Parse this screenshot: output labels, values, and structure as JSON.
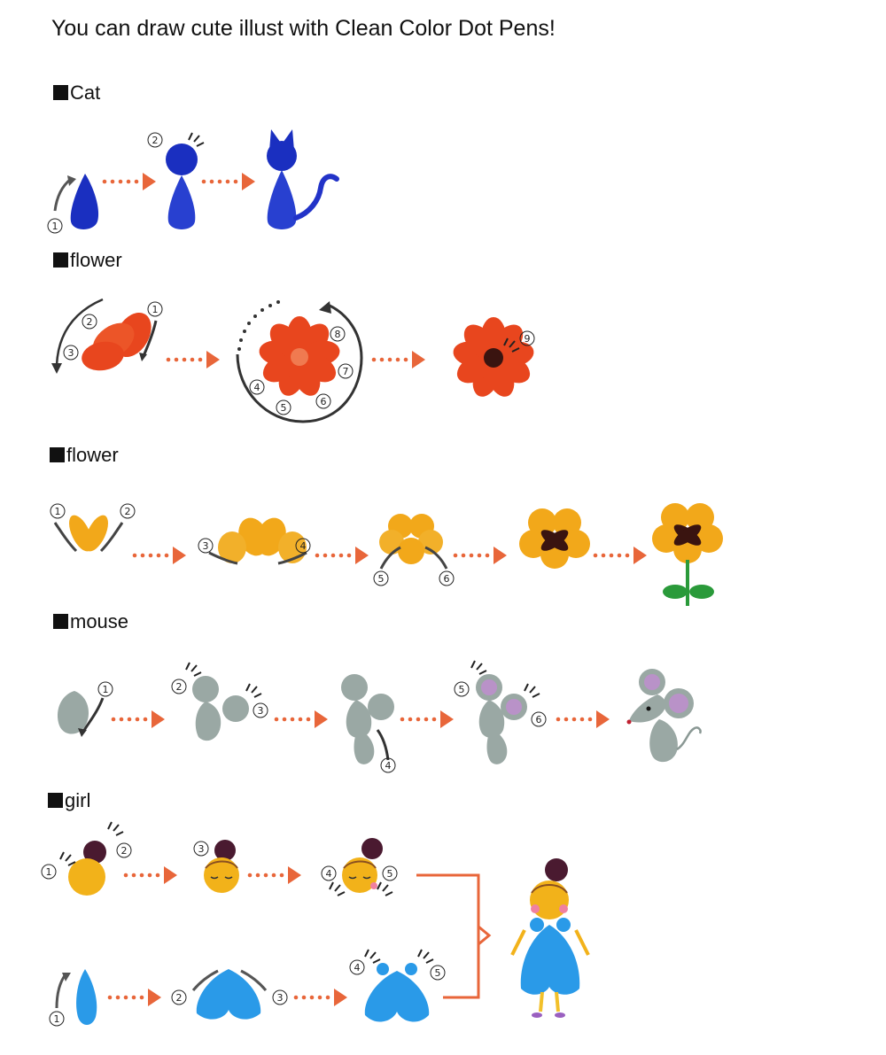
{
  "title": "You can draw cute illust with Clean Color Dot Pens!",
  "sections": [
    {
      "label": "Cat"
    },
    {
      "label": "flower"
    },
    {
      "label": "flower"
    },
    {
      "label": "mouse"
    },
    {
      "label": "girl"
    }
  ],
  "step_markers": {
    "cat": [
      "1",
      "2"
    ],
    "flower1": [
      "1",
      "2",
      "3",
      "4",
      "5",
      "6",
      "7",
      "8",
      "9"
    ],
    "flower2": [
      "1",
      "2",
      "3",
      "4",
      "5",
      "6"
    ],
    "mouse": [
      "1",
      "2",
      "3",
      "4",
      "5",
      "6"
    ],
    "girl_head": [
      "1",
      "2",
      "3",
      "4",
      "5"
    ],
    "girl_body": [
      "1",
      "2",
      "3",
      "4",
      "5"
    ]
  },
  "colors": {
    "arrow": "#e8663a",
    "cat": "#1a2fc0",
    "flower_red": "#e8461e",
    "flower_yellow": "#f2a81a",
    "flower_center": "#3a1410",
    "mouse_gray": "#9aa8a4",
    "mouse_ear": "#b992c8",
    "girl_face": "#f2b21a",
    "girl_hair": "#4a1a30",
    "girl_dress": "#2a9ae8",
    "stem_green": "#2a9a3a"
  }
}
